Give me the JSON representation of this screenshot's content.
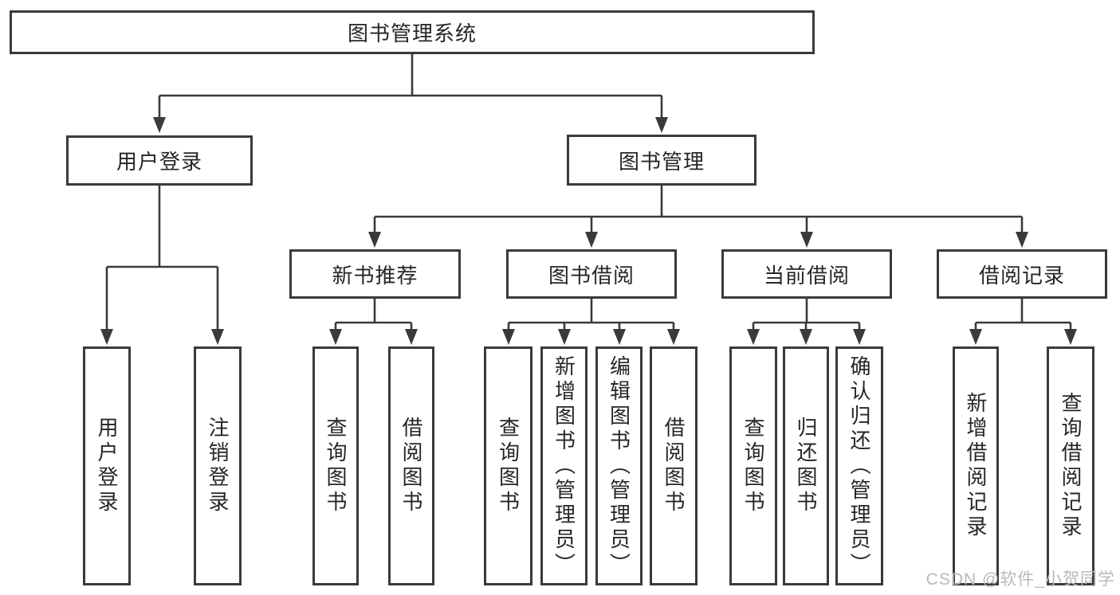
{
  "colors": {
    "line": "#3a3a3a",
    "text": "#262626",
    "watermark": "#b9b9b9"
  },
  "watermark": "CSDN @软件_小贺同学",
  "tree": {
    "root": "图书管理系统",
    "login": {
      "label": "用户登录",
      "children": [
        "用户登录",
        "注销登录"
      ]
    },
    "manage": {
      "label": "图书管理",
      "sections": [
        {
          "label": "新书推荐",
          "children": [
            "查询图书",
            "借阅图书"
          ]
        },
        {
          "label": "图书借阅",
          "children": [
            "查询图书",
            "新增图书（管理员）",
            "编辑图书（管理员）",
            "借阅图书"
          ]
        },
        {
          "label": "当前借阅",
          "children": [
            "查询图书",
            "归还图书",
            "确认归还（管理员）"
          ]
        },
        {
          "label": "借阅记录",
          "children": [
            "新增借阅记录",
            "查询借阅记录"
          ]
        }
      ]
    }
  }
}
